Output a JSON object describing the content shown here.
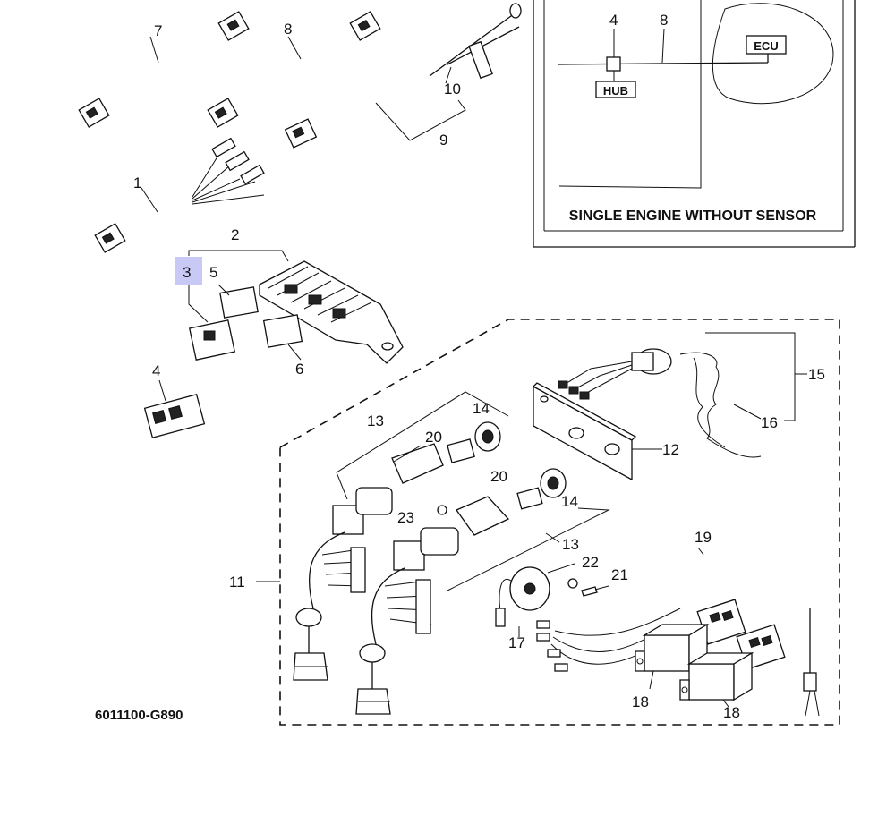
{
  "diagram": {
    "code": "6011100-G890",
    "highlight_color": "#c9c9f5",
    "highlighted_callout": "3",
    "inset": {
      "caption": "SINGLE ENGINE WITHOUT SENSOR",
      "labels": {
        "hub": "HUB",
        "ecu": "ECU",
        "n4": "4",
        "n8": "8"
      }
    },
    "callouts": {
      "c1": "1",
      "c2": "2",
      "c3": "3",
      "c4": "4",
      "c5": "5",
      "c6": "6",
      "c7": "7",
      "c8": "8",
      "c9": "9",
      "c10": "10",
      "c11": "11",
      "c12": "12",
      "c13a": "13",
      "c13b": "13",
      "c14a": "14",
      "c14b": "14",
      "c15": "15",
      "c16": "16",
      "c17": "17",
      "c18a": "18",
      "c18b": "18",
      "c19": "19",
      "c20a": "20",
      "c20b": "20",
      "c21": "21",
      "c22": "22",
      "c23": "23"
    }
  }
}
